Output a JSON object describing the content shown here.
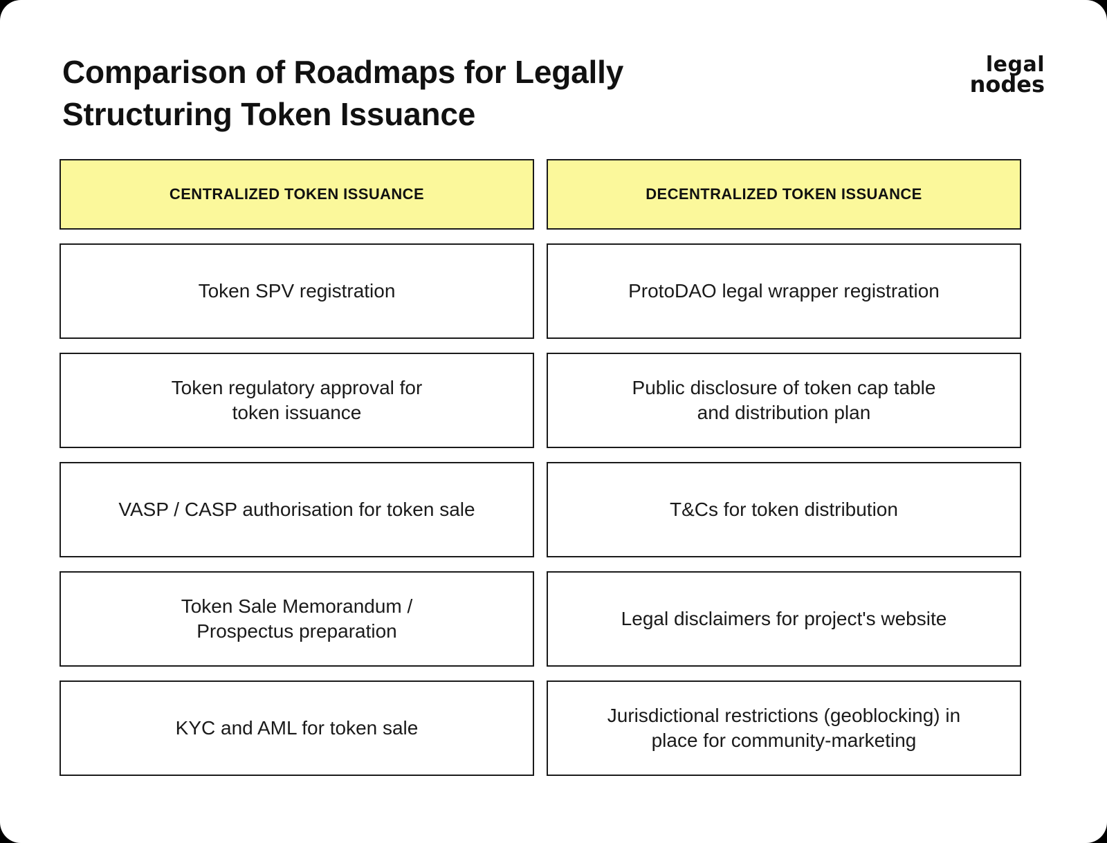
{
  "header": {
    "title": "Comparison of Roadmaps for Legally Structuring Token Issuance",
    "logo": {
      "line1": "legal",
      "line2": "nodes"
    }
  },
  "columns": [
    {
      "header": "CENTRALIZED TOKEN ISSUANCE"
    },
    {
      "header": "DECENTRALIZED TOKEN ISSUANCE"
    }
  ],
  "rows": [
    {
      "left": "Token SPV registration",
      "right": "ProtoDAO legal wrapper registration"
    },
    {
      "left": "Token regulatory approval for\ntoken issuance",
      "right": "Public disclosure of token cap table\nand distribution plan"
    },
    {
      "left": "VASP / CASP authorisation for token sale",
      "right": "T&Cs for token distribution"
    },
    {
      "left": "Token Sale Memorandum /\nProspectus preparation",
      "right": "Legal disclaimers for project's website"
    },
    {
      "left": "KYC and AML for token sale",
      "right": "Jurisdictional restrictions (geoblocking) in\nplace for community-marketing"
    }
  ],
  "colors": {
    "header_fill": "#fbf89b",
    "border": "#1a1a1a",
    "text": "#1a1a1a",
    "page_background": "#ffffff"
  }
}
